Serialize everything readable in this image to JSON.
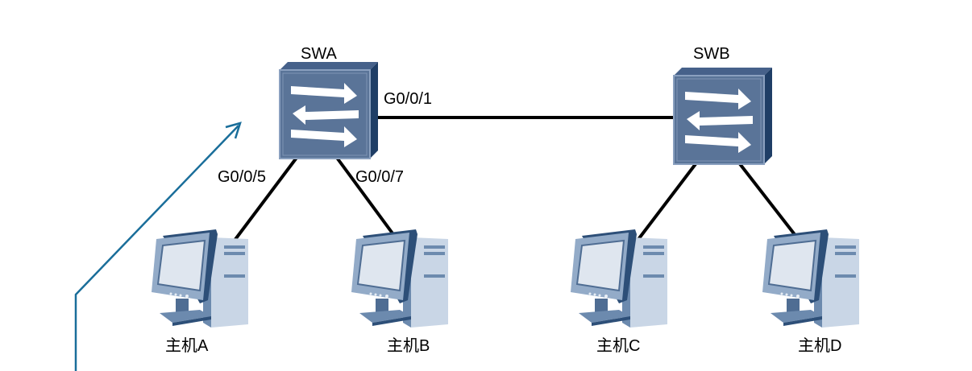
{
  "diagram": {
    "type": "network-topology",
    "colors": {
      "link": "#000000",
      "arrow": "#1a6e9a",
      "switch_face": "#5a7498",
      "switch_top": "#46618a",
      "switch_side": "#1f3e66",
      "pc_light": "#c9d6e6",
      "pc_mid": "#6c8aae",
      "pc_dark": "#2d4f78"
    },
    "switches": [
      {
        "id": "SWA",
        "label": "SWA"
      },
      {
        "id": "SWB",
        "label": "SWB"
      }
    ],
    "hosts": [
      {
        "id": "A",
        "label": "主机A",
        "switch": "SWA"
      },
      {
        "id": "B",
        "label": "主机B",
        "switch": "SWA"
      },
      {
        "id": "C",
        "label": "主机C",
        "switch": "SWB"
      },
      {
        "id": "D",
        "label": "主机D",
        "switch": "SWB"
      }
    ],
    "links": [
      {
        "from": "SWA",
        "to": "SWB",
        "port_label": "G0/0/1"
      },
      {
        "from": "SWA",
        "to": "A",
        "port_label": "G0/0/5"
      },
      {
        "from": "SWA",
        "to": "B",
        "port_label": "G0/0/7"
      },
      {
        "from": "SWB",
        "to": "C",
        "port_label": ""
      },
      {
        "from": "SWB",
        "to": "D",
        "port_label": ""
      }
    ],
    "annotation_arrow": {
      "description": "traffic path arrow pointing up toward SWA"
    }
  }
}
